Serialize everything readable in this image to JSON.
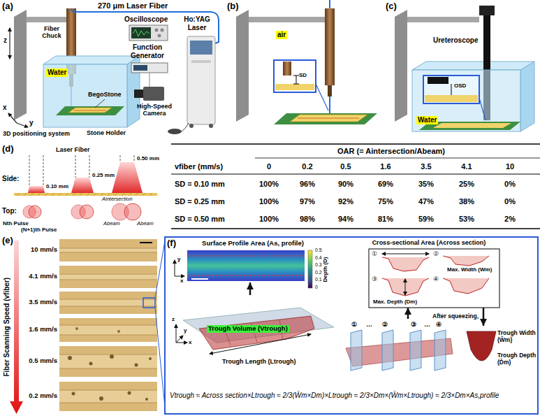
{
  "diagram": {
    "nodes": [
      {
        "text": [
          "(f)"
        ]
      },
      {
        "text": [
          "Surface Profile Area (As, profile)"
        ],
        "in": 0
      },
      {
        "text": [
          "Cross-sectional Area (Across section)"
        ],
        "in": 0
      },
      {
        "text": [
          "Trough Volume (Vtrough)",
          "Trough Length (Ltrough)"
        ],
        "in": 0
      },
      {
        "text": [
          "①",
          "…",
          "②",
          "③",
          "…",
          "④"
        ],
        "in": 0
      },
      {
        "text": [
          "Trough Width (W̄m)",
          "Trough Depth (D̄m)"
        ],
        "in": 0
      }
    ],
    "edges": [
      {
        "from": 3,
        "to": 1,
        "arrow": "to"
      },
      {
        "from": 4,
        "to": 2,
        "arrow": "to"
      },
      {
        "from": 2,
        "to": 5,
        "label": "After squeezing,",
        "arrow": "to"
      }
    ],
    "labels": [
      "(a)",
      "270 μm Laser Fiber",
      "Fiber Chuck",
      "z",
      "Oscilloscope",
      "Function Generator",
      "Ho:YAG Laser",
      "Water",
      "x",
      "y",
      "BegoStone",
      "Stone Holder",
      "3D positioning system",
      "High-Speed Camera",
      "(b)",
      "air",
      "SD",
      "(c)",
      "Ureteroscope",
      "OSD",
      "Water",
      "(d)",
      "Laser Fiber",
      "Side:",
      "0.10 mm",
      "0.25 mm",
      "0.50 mm",
      "Top:",
      "Nth Pulse",
      "(N+1)th Pulse",
      "Aintersection",
      "Abeam",
      "Abeam",
      "OAR (= Aintersection/Abeam)",
      "vfiber (mm/s)",
      "0",
      "0.2",
      "0.5",
      "1.6",
      "3.5",
      "4.1",
      "10",
      "SD = 0.10 mm",
      "100%",
      "96%",
      "90%",
      "69%",
      "35%",
      "25%",
      "0%",
      "SD = 0.25 mm",
      "100%",
      "97%",
      "92%",
      "75%",
      "47%",
      "38%",
      "0%",
      "SD = 0.50 mm",
      "100%",
      "98%",
      "94%",
      "81%",
      "59%",
      "53%",
      "2%",
      "(e)",
      "10 mm/s",
      "4.1 mm/s",
      "3.5 mm/s",
      "1.6 mm/s",
      "0.5 mm/s",
      "0.2 mm/s",
      "Fiber Scanning Speed (vfiber)",
      "Depth (D)",
      "0.5",
      "0.4",
      "0.3",
      "0.2",
      "0.1",
      "0",
      "y",
      "x",
      "①",
      "②",
      "③",
      "④",
      "Max. Width (Wm)",
      "Max. Depth (Dm)",
      "z",
      "y",
      "x",
      "Vtrough ≈ Across section×Ltrough ≈ 2/3(W̄m×Dm)×Ltrough ≈ 2/3×Dm×(W̄m×Ltrough) ≈ 2/3×Dm×As,profile"
    ]
  }
}
